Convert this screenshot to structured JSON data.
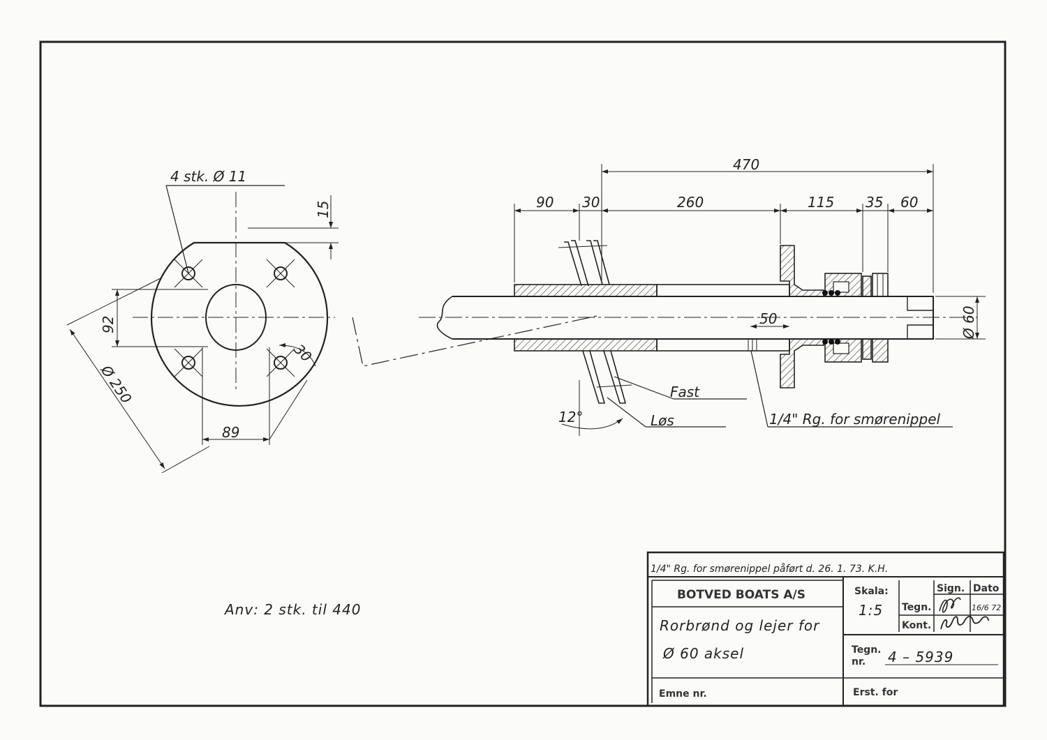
{
  "flange_view": {
    "holes_label": "4 stk. Ø 11",
    "dim_15": "15",
    "dim_92": "92",
    "dim_250": "Ø 250",
    "dim_30": "30",
    "dim_89": "89"
  },
  "section_view": {
    "dim_470": "470",
    "dim_90": "90",
    "dim_30": "30",
    "dim_260": "260",
    "dim_115": "115",
    "dim_35": "35",
    "dim_60": "60",
    "dim_50": "50",
    "dim_shaft": "Ø 60",
    "angle": "12°",
    "label_fast": "Fast",
    "label_los": "Løs",
    "label_nipple": "1/4\" Rg. for smørenippel"
  },
  "usage_note": "Anv:  2 stk. til 440",
  "title_block": {
    "revision": "1/4\" Rg. for smørenippel  påført   d. 26. 1. 73.  K.H.",
    "company": "BOTVED BOATS A/S",
    "title_line1": "Rorbrønd og lejer  for",
    "title_line2": "Ø  60  aksel",
    "scale_label": "Skala:",
    "scale_value": "1:5",
    "sign_header": "Sign.",
    "date_header": "Dato",
    "tegn_label": "Tegn.",
    "kont_label": "Kont.",
    "tegn_date": "16/6 72",
    "drawing_no_label_1": "Tegn.",
    "drawing_no_label_2": "nr.",
    "drawing_no": "4 – 5939",
    "emne_label": "Emne nr.",
    "erst_label": "Erst. for"
  }
}
